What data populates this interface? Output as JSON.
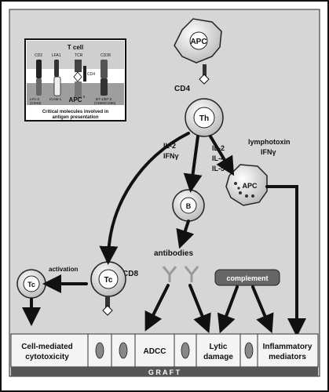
{
  "inset": {
    "title": "T cell",
    "apc": "APC",
    "molecules_top": [
      "CD2",
      "LFA1",
      "TCR",
      "CD28"
    ],
    "cd4": "CD4",
    "molecules_bottom": [
      "LFA-3",
      "(CD48)",
      "ICAM-1",
      "class II",
      "B7-1/B7-2",
      "(CD80/CD86)"
    ],
    "caption_line1": "Critical molecules involved in",
    "caption_line2": "antigen presentation"
  },
  "cells": {
    "apc_top": "APC",
    "th": "Th",
    "b": "B",
    "apc_right": "APC",
    "tc_main": "Tc",
    "tc_left": "Tc"
  },
  "labels": {
    "cd4": "CD4",
    "cd8": "CD8",
    "il2_left": "IL-2",
    "ifng_left": "IFNγ",
    "il2_mid": "IL-2",
    "il4": "IL-4",
    "il5": "IL-5",
    "lymphotoxin": "lymphotoxin",
    "ifng_right": "IFNγ",
    "antibodies": "antibodies",
    "complement": "complement",
    "activation": "activation"
  },
  "outcomes": {
    "cell_mediated_1": "Cell-mediated",
    "cell_mediated_2": "cytotoxicity",
    "adcc": "ADCC",
    "lytic_1": "Lytic",
    "lytic_2": "damage",
    "inflammatory_1": "Inflammatory",
    "inflammatory_2": "mediators"
  },
  "graft": "G R A F T",
  "colors": {
    "background": "#dcdcdc",
    "cell_fill": "#e8e8e8",
    "dark": "#111111",
    "graft_bar": "#555555"
  }
}
